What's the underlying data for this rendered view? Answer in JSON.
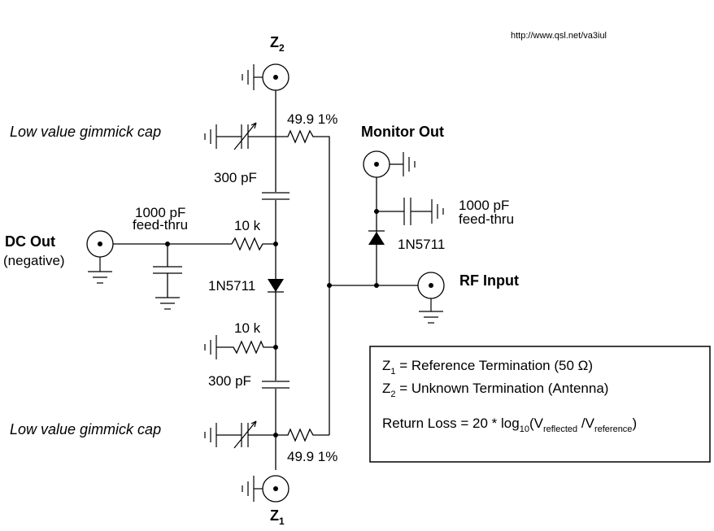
{
  "url": "http://www.qsl.net/va3iul",
  "ports": {
    "z2": {
      "label": "Z",
      "sub": "2"
    },
    "z1": {
      "label": "Z",
      "sub": "1"
    },
    "monitor_out": "Monitor Out",
    "dc_out": "DC Out",
    "dc_out_note": "(negative)",
    "rf_input": "RF Input"
  },
  "components": {
    "gimmick_top": "Low value gimmick cap",
    "gimmick_bottom": "Low value gimmick cap",
    "res_top": "49.9 1%",
    "res_bottom": "49.9 1%",
    "cap_300_top": "300 pF",
    "cap_300_bottom": "300 pF",
    "feedthru_left_value": "1000 pF",
    "feedthru_left_type": "feed-thru",
    "feedthru_right_value": "1000 pF",
    "feedthru_right_type": "feed-thru",
    "res_10k_top": "10 k",
    "res_10k_bottom": "10 k",
    "diode_center": "1N5711",
    "diode_right": "1N5711"
  },
  "legend": {
    "z1_label": "Z",
    "z1_sub": "1",
    "z1_text": " = Reference Termination (50 Ω)",
    "z2_label": "Z",
    "z2_sub": "2",
    "z2_text": " = Unknown Termination (Antenna)",
    "rl_prefix": "Return Loss = 20 * log",
    "rl_log_sub": "10",
    "rl_open": "(V",
    "rl_reflected": "reflected",
    "rl_mid": " /V",
    "rl_reference": "reference",
    "rl_close": ")"
  }
}
